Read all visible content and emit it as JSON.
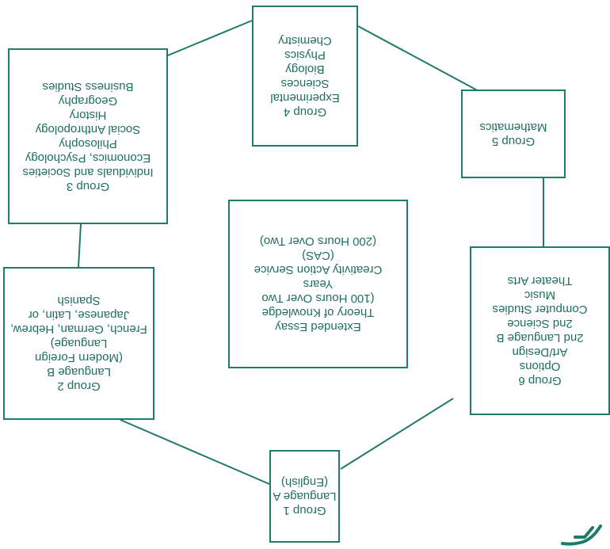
{
  "colors": {
    "border": "#1f7a6a",
    "text": "#1e6f60",
    "background": "#ffffff"
  },
  "orientation": "rotated 180 degrees",
  "boxes": {
    "group1": [
      "Group 1",
      "Language A",
      "(English)"
    ],
    "group2": [
      "Group 2",
      "Language B",
      "(Modern Foreign",
      "Language)",
      "French, German, Hebrew,",
      "Japanese, Latin, or",
      "Spanish"
    ],
    "group3": [
      "Group 3",
      "Individuals and Societies",
      "Economics, Psychology",
      "Philosophy",
      "Social Anthropology",
      "History",
      "Geography",
      "Business Studies"
    ],
    "group4": [
      "Group 4",
      "Experimental",
      "Sciences",
      "Biology",
      "Physics",
      "Chemistry"
    ],
    "group5": [
      "Group 5",
      "Mathematics"
    ],
    "group6": [
      "Group 6",
      "Options",
      "Art/Design",
      "2nd Language B",
      "2nd Science",
      "Computer Studies",
      "Music",
      "Theater Arts"
    ],
    "core": [
      "Extended Essay",
      "Theory of Knowledge",
      "(100 Hours Over Two",
      "Years",
      "Creativity Action Service",
      "(CAS)",
      "(200 Hours Over Two)"
    ]
  }
}
